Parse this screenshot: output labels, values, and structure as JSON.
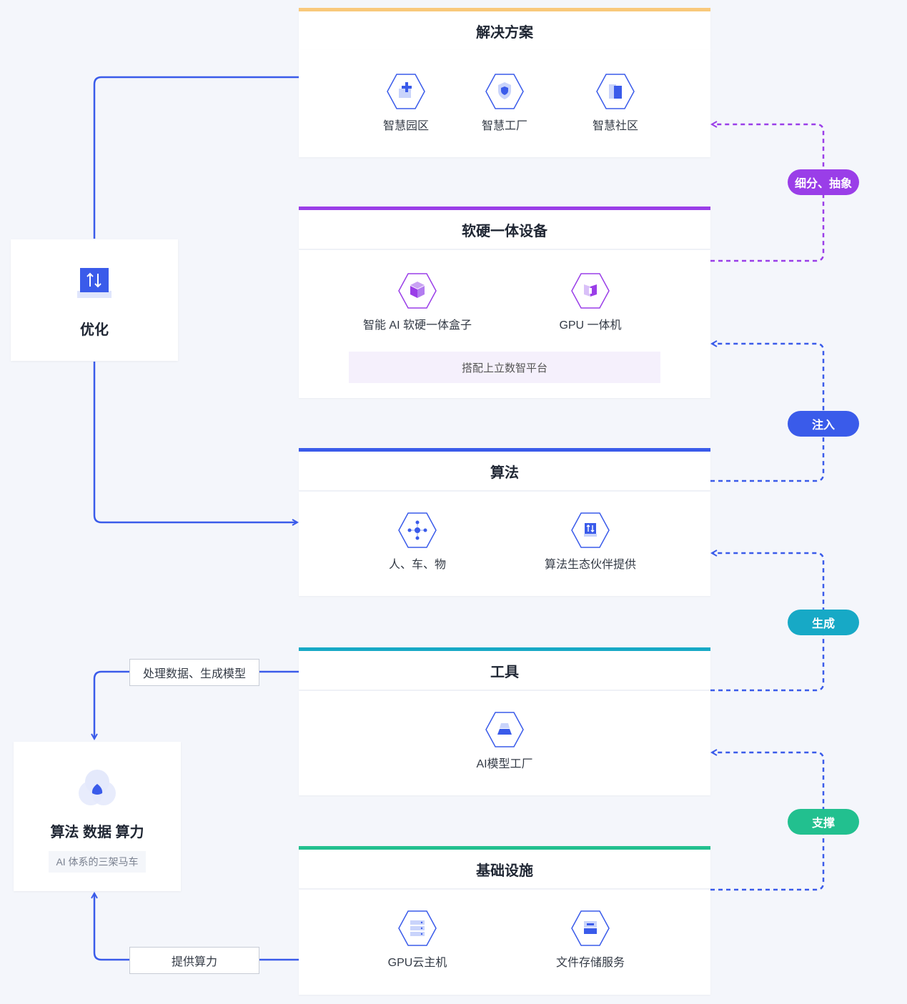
{
  "layers": [
    {
      "title": "解决方案",
      "color": "#f9c97b",
      "items": [
        "智慧园区",
        "智慧工厂",
        "智慧社区"
      ]
    },
    {
      "title": "软硬一体设备",
      "color": "#9a3ee8",
      "items": [
        "智能 AI 软硬一体盒子",
        "GPU 一体机"
      ],
      "note": "搭配上立数智平台"
    },
    {
      "title": "算法",
      "color": "#3a5bea",
      "items": [
        "人、车、物",
        "算法生态伙伴提供"
      ]
    },
    {
      "title": "工具",
      "color": "#17a9c6",
      "items": [
        "AI模型工厂"
      ]
    },
    {
      "title": "基础设施",
      "color": "#22c08f",
      "items": [
        "GPU云主机",
        "文件存储服务"
      ]
    }
  ],
  "side": {
    "optimize": {
      "title": "优化",
      "icon": "sort-arrows-icon"
    },
    "triad": {
      "title": "算法 数据 算力",
      "subtitle": "AI 体系的三架马车",
      "icon": "venn-icon"
    }
  },
  "flows": [
    {
      "label": "细分、抽象",
      "color": "#9a3ee8"
    },
    {
      "label": "注入",
      "color": "#3a5bea"
    },
    {
      "label": "生成",
      "color": "#17a9c6"
    },
    {
      "label": "支撑",
      "color": "#22c08f"
    }
  ],
  "tags": {
    "process": "处理数据、生成模型",
    "compute": "提供算力"
  },
  "colors": {
    "line_blue": "#3a5bea",
    "icon_blue": "#3a5bea",
    "icon_purple": "#9a3ee8"
  }
}
